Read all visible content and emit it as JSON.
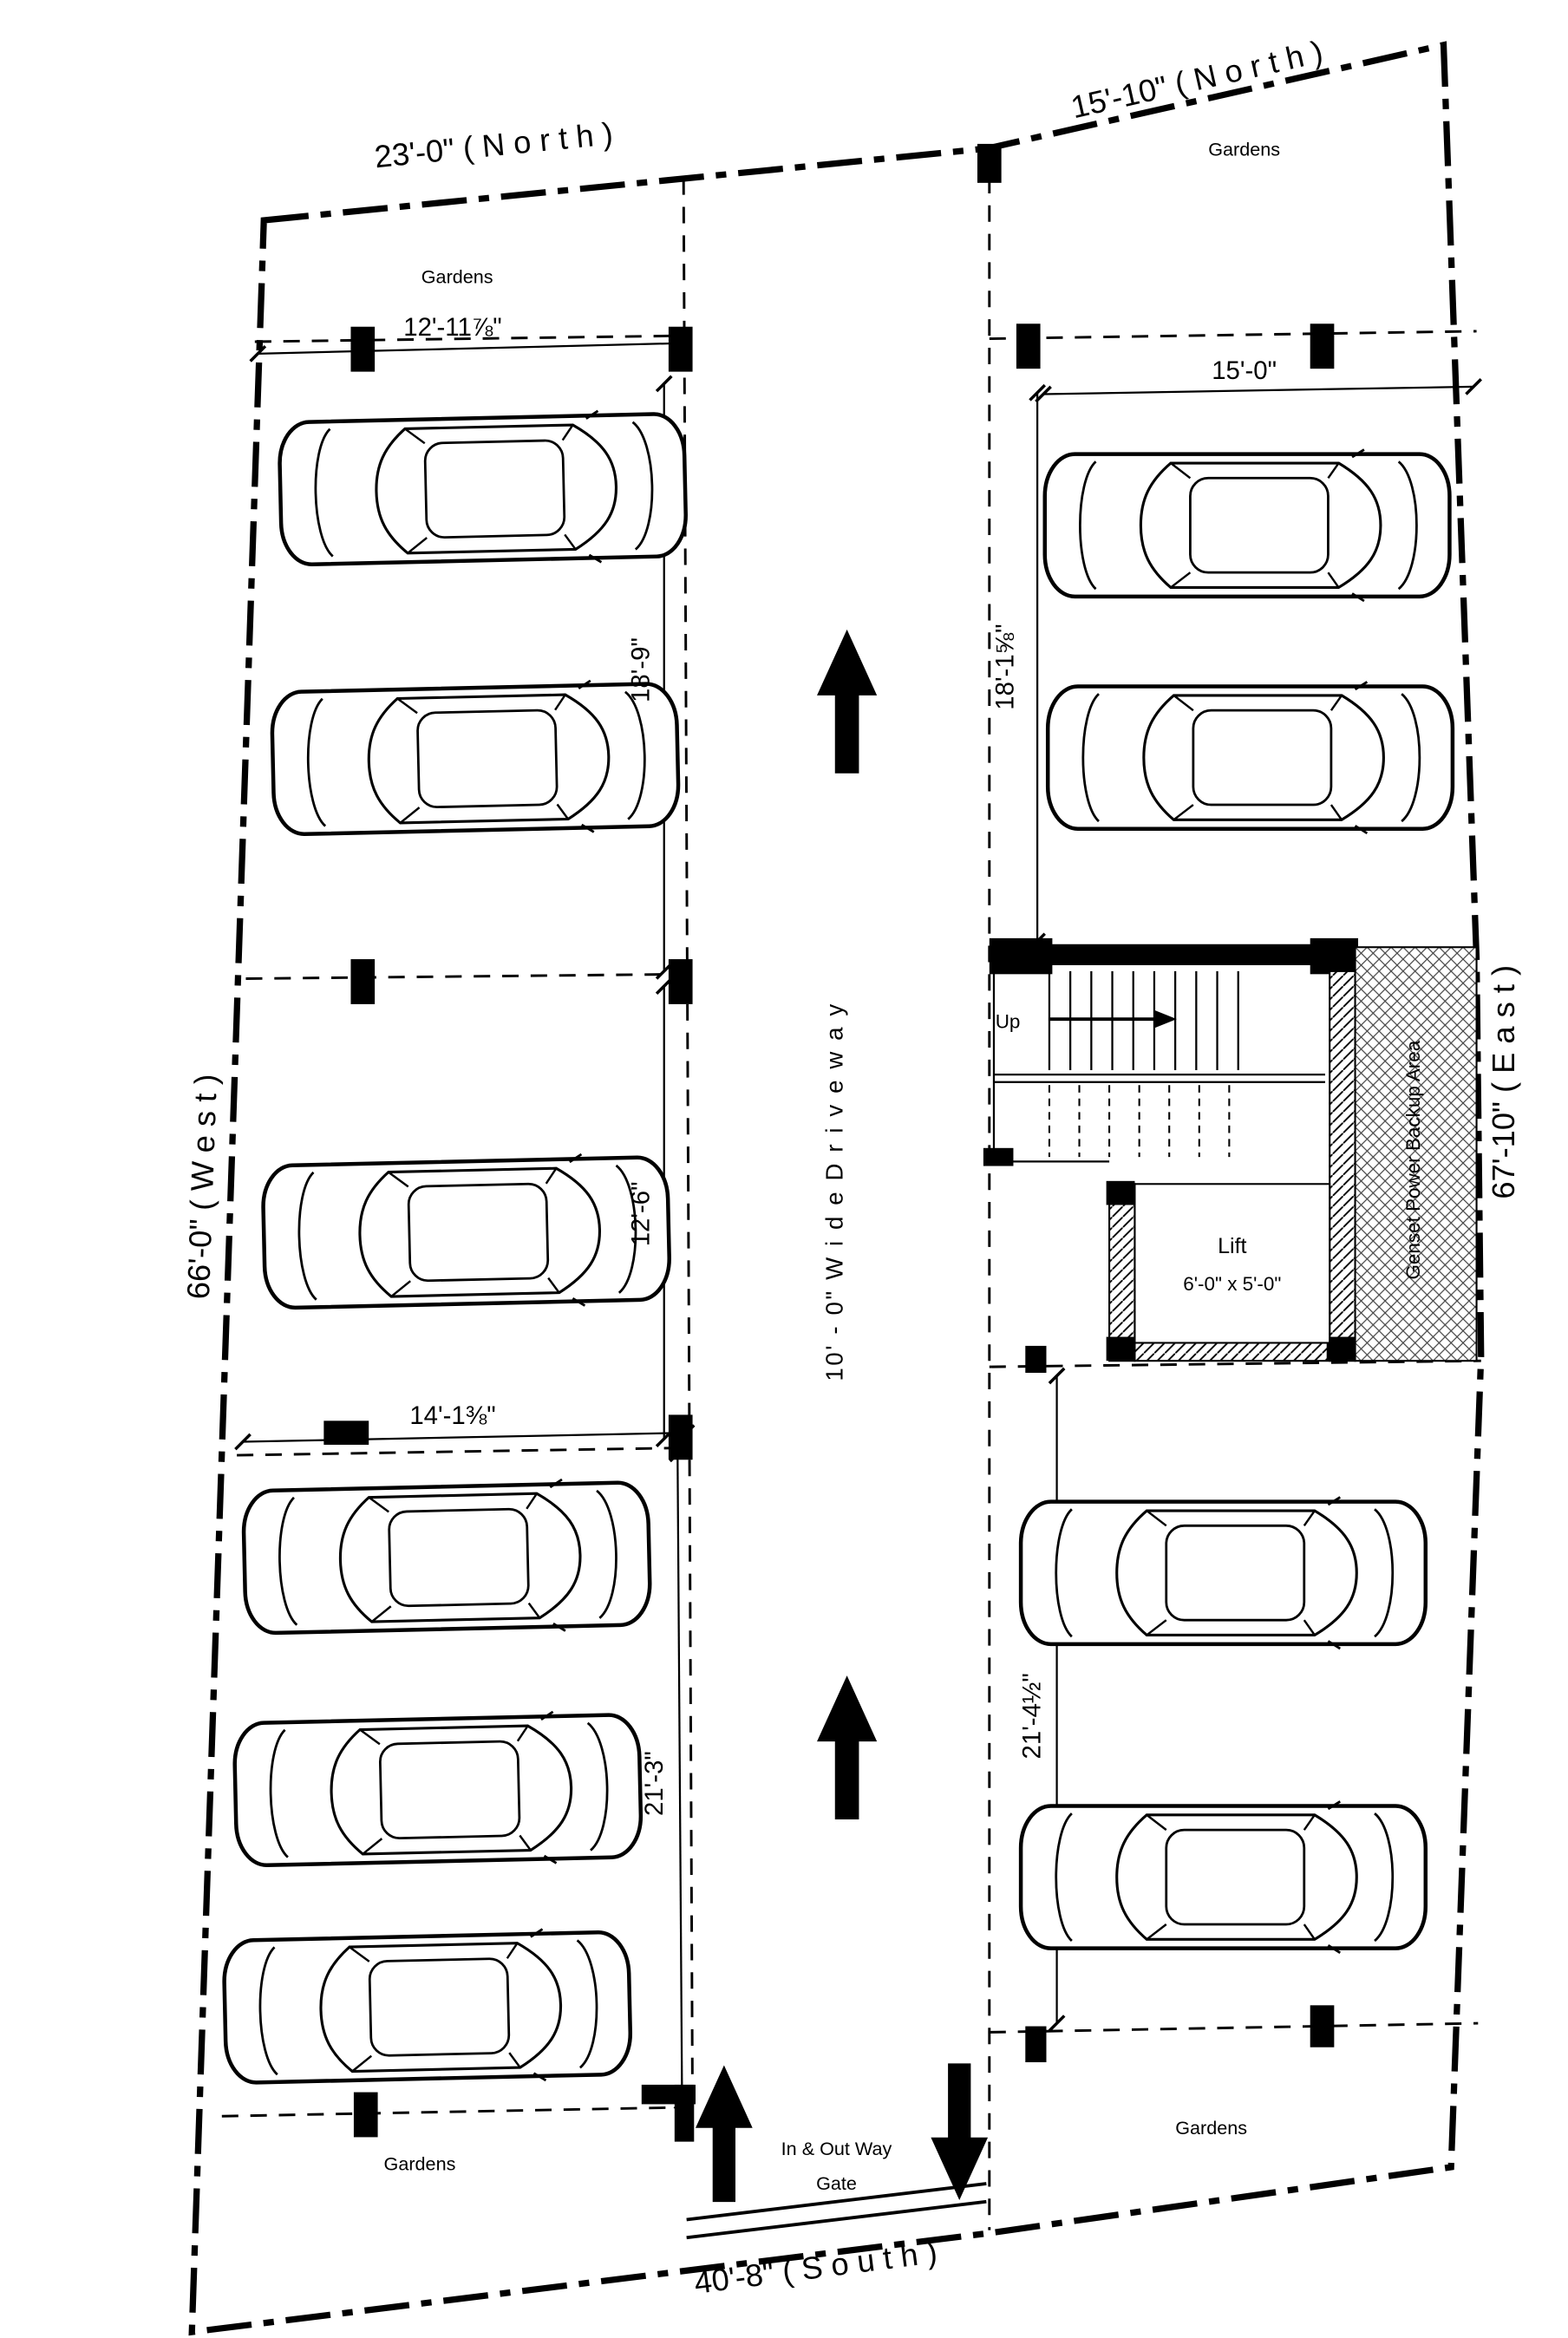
{
  "plan": {
    "boundary": {
      "north_left": "23'-0\" ( N o r t h )",
      "north_right": "15'-10\" ( N o r t h )",
      "west": "66'-0\" ( W e s t )",
      "east": "67'-10\" ( E a s t )",
      "south": "40'-8\" ( S o u t h )"
    },
    "gardens": {
      "top_left": "Gardens",
      "top_right": "Gardens",
      "bottom_left": "Gardens",
      "bottom_right": "Gardens"
    },
    "dims": {
      "left_top_width": "12'-11⅞\"",
      "right_top_width": "15'-0\"",
      "left_top_depth": "18'-9\"",
      "right_top_depth": "18'-1⅝\"",
      "left_mid_depth": "12'-6\"",
      "left_bottom_width": "14'-1⅜\"",
      "left_bottom_depth": "21'-3\"",
      "right_bottom_depth": "21'-4½\""
    },
    "driveway_label": "10' - 0\" W i d e   D r i v e w a y",
    "stairs": {
      "up": "Up"
    },
    "lift": {
      "title": "Lift",
      "size": "6'-0\" x 5'-0\""
    },
    "genset_label": "Genset Power Backup Area",
    "gate": {
      "line1": "In & Out Way",
      "line2": "Gate"
    }
  }
}
